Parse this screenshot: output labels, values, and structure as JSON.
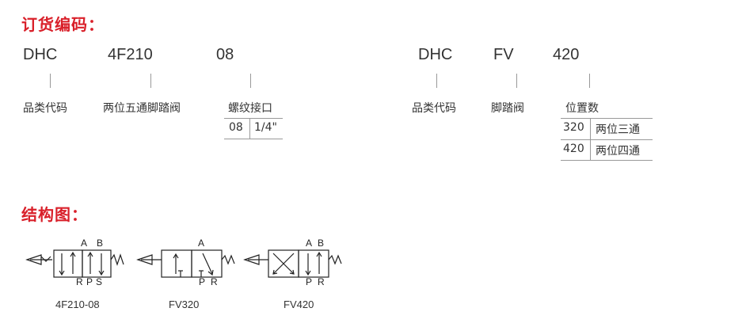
{
  "order": {
    "heading": "订货编码：",
    "left": {
      "codes": [
        "DHC",
        "4F210",
        "08"
      ],
      "labels": [
        "品类代码",
        "两位五通脚踏阀",
        "螺纹接口"
      ],
      "table": [
        [
          "08",
          "1/4\""
        ]
      ]
    },
    "right": {
      "codes": [
        "DHC",
        "FV",
        "420"
      ],
      "labels": [
        "品类代码",
        "脚踏阀",
        "位置数"
      ],
      "table": [
        [
          "320",
          "两位三通"
        ],
        [
          "420",
          "两位四通"
        ]
      ]
    }
  },
  "structure": {
    "heading": "结构图：",
    "diagrams": [
      {
        "caption": "4F210-08",
        "ports_top": [
          "A",
          "B"
        ],
        "ports_bottom": [
          "R",
          "P",
          "S"
        ]
      },
      {
        "caption": "FV320",
        "ports_top": [
          "A"
        ],
        "ports_bottom": [
          "P",
          "R"
        ]
      },
      {
        "caption": "FV420",
        "ports_top": [
          "A",
          "B"
        ],
        "ports_bottom": [
          "P",
          "R"
        ]
      }
    ]
  }
}
